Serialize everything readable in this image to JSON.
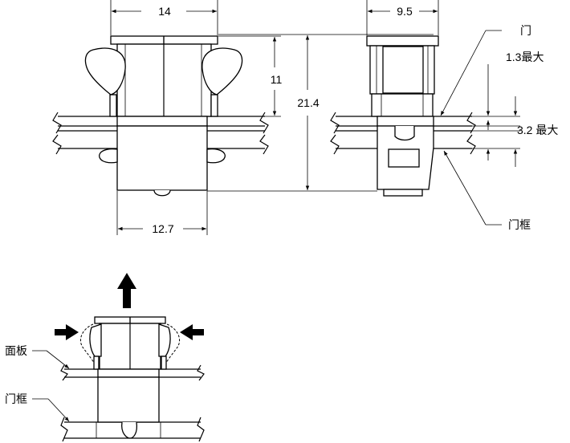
{
  "dimensions": {
    "width_14": "14",
    "width_9_5": "9.5",
    "height_11": "11",
    "height_21_4": "21.4",
    "width_12_7": "12.7",
    "thick_1_3": "1.3最大",
    "thick_3_2": "3.2  最大"
  },
  "labels": {
    "door": "门",
    "door_frame_side": "门框",
    "panel": "面板",
    "door_frame_bottom": "门框"
  },
  "colors": {
    "line": "#000000",
    "fill": "#ffffff",
    "arrow": "#000000"
  }
}
